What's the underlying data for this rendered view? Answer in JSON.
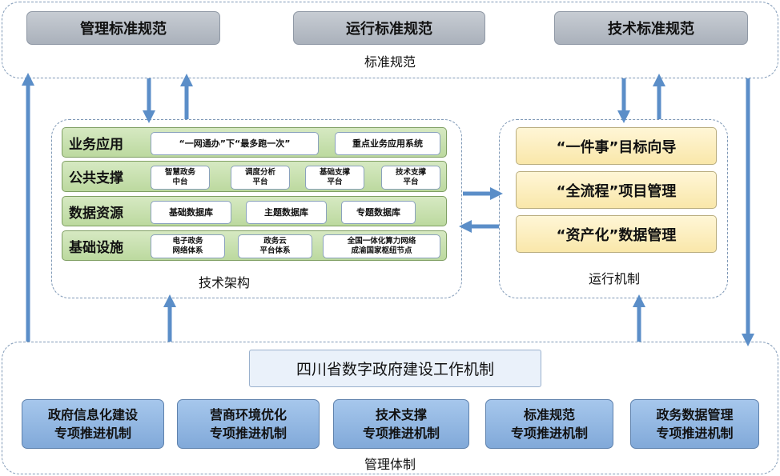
{
  "top": {
    "items": [
      "管理标准规范",
      "运行标准规范",
      "技术标准规范"
    ],
    "label": "标准规范"
  },
  "tech": {
    "label": "技术架构",
    "rows": [
      {
        "title": "业务应用",
        "chips": [
          "“一网通办”下“最多跑一次”",
          "重点业务应用系统"
        ]
      },
      {
        "title": "公共支撑",
        "chips": [
          "智慧政务\n中台",
          "调度分析\n平台",
          "基础支撑\n平台",
          "技术支撑\n平台"
        ]
      },
      {
        "title": "数据资源",
        "chips": [
          "基础数据库",
          "主题数据库",
          "专题数据库"
        ]
      },
      {
        "title": "基础设施",
        "chips": [
          "电子政务\n网络体系",
          "政务云\n平台体系",
          "全国一体化算力网络\n成渝国家枢纽节点"
        ]
      }
    ]
  },
  "ops": {
    "label": "运行机制",
    "items": [
      "“一件事”目标向导",
      "“全流程”项目管理",
      "“资产化”数据管理"
    ]
  },
  "mgmt": {
    "title": "四川省数字政府建设工作机制",
    "label": "管理体制",
    "items": [
      "政府信息化建设\n专项推进机制",
      "营商环境优化\n专项推进机制",
      "技术支撑\n专项推进机制",
      "标准规范\n专项推进机制",
      "政务数据管理\n专项推进机制"
    ]
  },
  "colors": {
    "arrow": "#5b8ec8",
    "row_green": "#c9e2b0",
    "ops_yellow": "#fcefc2",
    "mgmt_blue": "#93b8e3"
  }
}
